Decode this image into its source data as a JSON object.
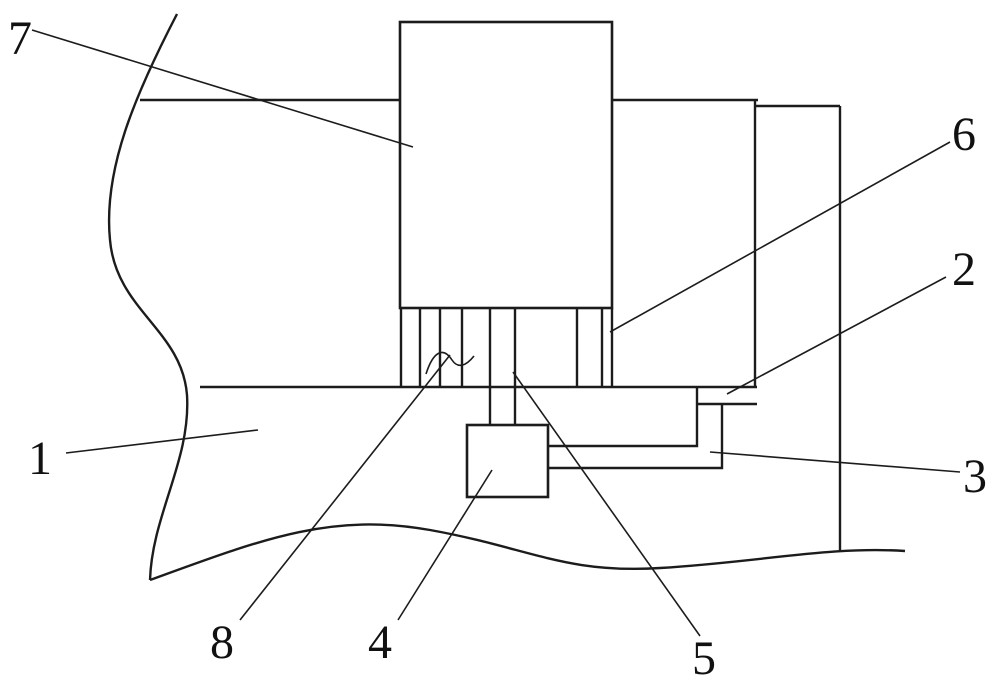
{
  "figure": {
    "type": "patent-line-drawing",
    "colors": {
      "line": "#1c1c1c",
      "background": "#ffffff",
      "label_text": "#111111"
    },
    "labels": [
      {
        "id": "ref-1",
        "text": "1"
      },
      {
        "id": "ref-2",
        "text": "2"
      },
      {
        "id": "ref-3",
        "text": "3"
      },
      {
        "id": "ref-4",
        "text": "4"
      },
      {
        "id": "ref-5",
        "text": "5"
      },
      {
        "id": "ref-6",
        "text": "6"
      },
      {
        "id": "ref-7",
        "text": "7"
      },
      {
        "id": "ref-8",
        "text": "8"
      }
    ]
  }
}
